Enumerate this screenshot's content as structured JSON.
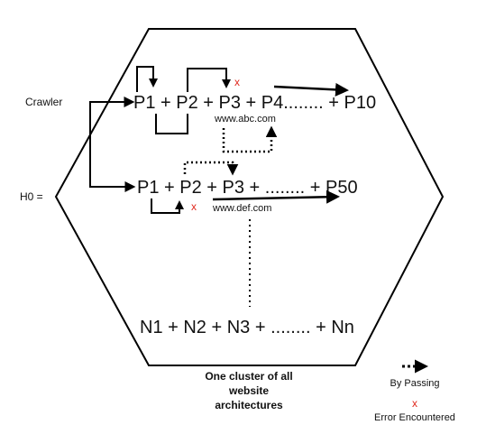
{
  "labels": {
    "crawler": "Crawler",
    "h0": "H0 ="
  },
  "cluster_abc": {
    "sequence": "P1 + P2 + P3 + P4........ + P10",
    "site": "www.abc.com",
    "error_mark": "x"
  },
  "cluster_def": {
    "sequence": "P1 + P2 + P3 + ........ + P50",
    "site": "www.def.com",
    "error_mark": "x"
  },
  "cluster_n": {
    "sequence": "N1 + N2 + N3 + ........ + Nn"
  },
  "caption": {
    "line1": "One cluster of all",
    "line2": "website",
    "line3": "architectures"
  },
  "legend": {
    "bypass_label": "By Passing",
    "error_symbol": "x",
    "error_label": "Error Encountered"
  },
  "colors": {
    "line": "#000000",
    "error": "#e0281e"
  }
}
